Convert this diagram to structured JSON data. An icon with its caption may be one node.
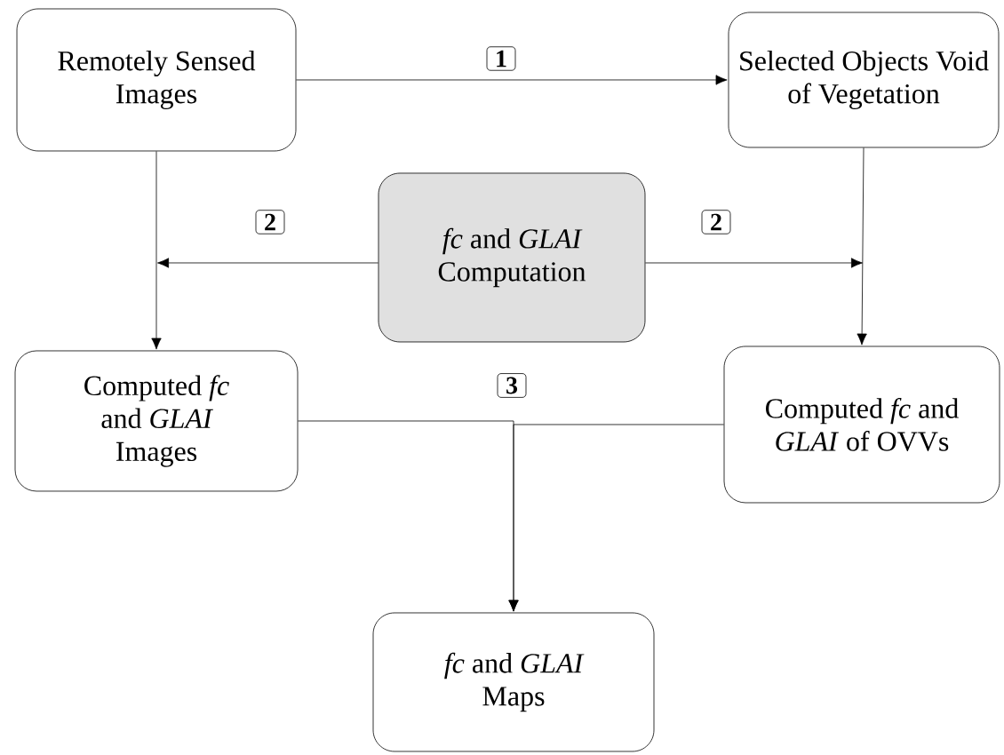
{
  "diagram": {
    "nodes": [
      {
        "text": [
          "Remotely Sensed Images"
        ]
      },
      {
        "text": [
          "Selected Objects Void of Vegetation"
        ]
      },
      {
        "text": [
          "*fc* and *GLAI* Computation"
        ]
      },
      {
        "text": [
          "Computed *fc* and *GLAI* Images"
        ]
      },
      {
        "text": [
          "Computed *fc* and *GLAI* of OVVs"
        ]
      },
      {
        "text": [
          "*fc* and *GLAI* Maps"
        ]
      }
    ],
    "edges": [
      {
        "from": 0,
        "to": 1,
        "arrow": "to",
        "label": "1"
      },
      {
        "from": 0,
        "to": 3,
        "arrow": "to"
      },
      {
        "from": 1,
        "to": 4,
        "arrow": "to"
      },
      {
        "from": 2,
        "to": null,
        "arrow": "to",
        "label": "2"
      },
      {
        "from": 2,
        "to": null,
        "arrow": "to",
        "label": "2"
      },
      {
        "from": 3,
        "to": 5,
        "arrow": "to",
        "label": "3"
      },
      {
        "from": 4,
        "to": 5,
        "arrow": "to"
      }
    ]
  }
}
